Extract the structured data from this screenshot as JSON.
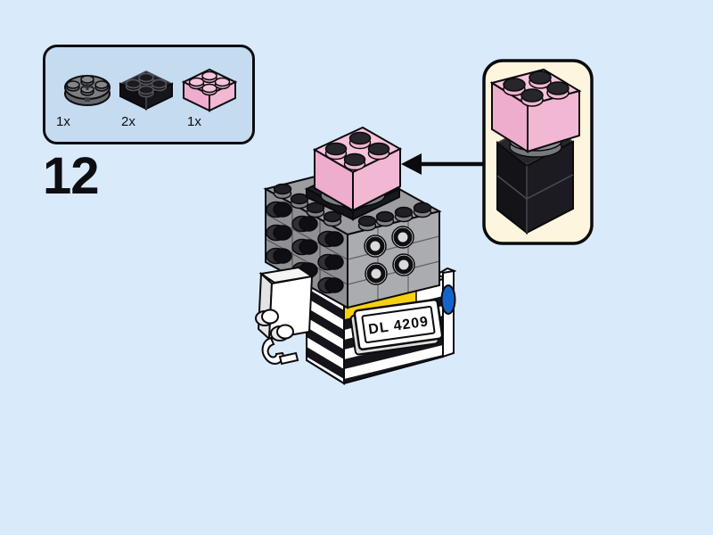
{
  "page": {
    "background_color": "#d9eafa",
    "outline_color": "#0d0d12"
  },
  "step": {
    "number": "12"
  },
  "parts_list": {
    "box_color": "#c5dbf0",
    "items": [
      {
        "icon": "round-plate-2x2-dark-gray-icon",
        "count": "1x",
        "color": "#7c7e82"
      },
      {
        "icon": "brick-2x2-black-icon",
        "count": "2x",
        "color": "#16161c"
      },
      {
        "icon": "brick-2x2-pink-icon",
        "count": "1x",
        "color": "#f6c3da"
      }
    ]
  },
  "model": {
    "license_plate": "DL 4209",
    "colors": {
      "pink_brick": "#f6c3da",
      "head_gray": "#9b9da1",
      "stripe_black": "#14141a",
      "stripe_white": "#ffffff",
      "accent_yellow": "#f7d012",
      "accent_blue": "#1565c8"
    }
  },
  "callout": {
    "background_color": "#fdf5dd",
    "border_color": "#0b0b0e"
  }
}
